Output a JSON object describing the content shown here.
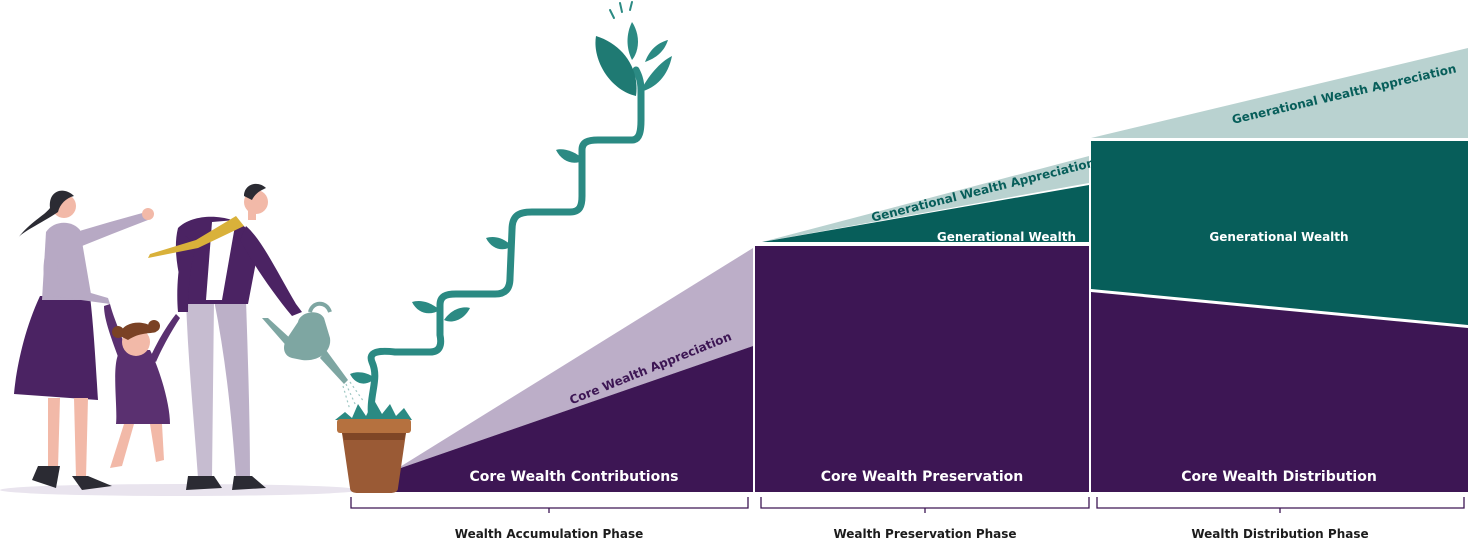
{
  "colors": {
    "core_purple": "#3d1654",
    "appreciation_lilac": "#bcaec8",
    "generational_teal": "#075e5a",
    "generational_appreciation_mint": "#b9d2d0",
    "plant_teal": "#2b8a83",
    "pot_brown": "#9a5a35"
  },
  "segments": {
    "accumulation": {
      "core": "Core Wealth Contributions",
      "appreciation": "Core Wealth Appreciation"
    },
    "preservation": {
      "core": "Core Wealth Preservation",
      "generational": "Generational Wealth",
      "generational_appreciation": "Generational Wealth Appreciation"
    },
    "distribution": {
      "core": "Core Wealth Distribution",
      "generational": "Generational Wealth",
      "generational_appreciation": "Generational Wealth Appreciation"
    }
  },
  "phases": [
    {
      "label": "Wealth Accumulation Phase"
    },
    {
      "label": "Wealth Preservation  Phase"
    },
    {
      "label": "Wealth Distribution Phase"
    }
  ],
  "illustration": {
    "people": [
      "mother",
      "daughter",
      "father"
    ],
    "icons": [
      "watering-can-icon",
      "plant-pot-icon",
      "growing-plant-icon"
    ]
  }
}
